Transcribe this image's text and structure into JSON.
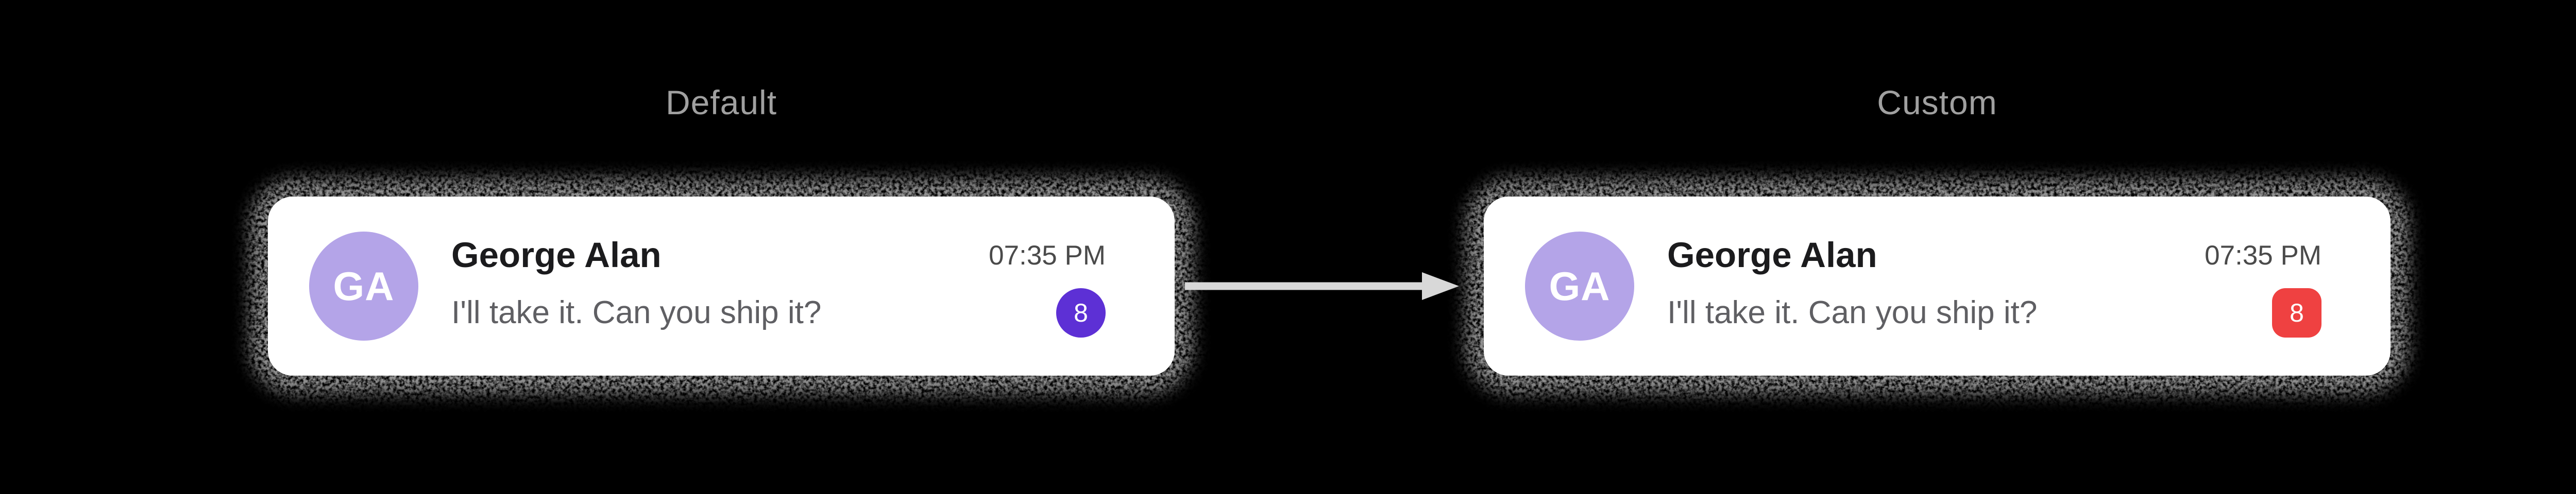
{
  "colors": {
    "background": "#000000",
    "card": "#ffffff",
    "label_text": "#a0a0a0",
    "name_text": "#1b1b1d",
    "message_text": "#5f5f63",
    "time_text": "#4a4a4a",
    "badge_text": "#ffffff",
    "avatar_text": "#ffffff",
    "arrow": "#d8d8d8",
    "card_halo": "#4d4d4d"
  },
  "arrow": {
    "icon": "arrow-right"
  },
  "variants": {
    "default": {
      "label": "Default",
      "chat_item": {
        "avatar_initials": "GA",
        "avatar_color": "#b4a4e8",
        "name": "George Alan",
        "time": "07:35 PM",
        "message": "I'll take it. Can you ship it?",
        "unread_count": "8",
        "badge_color": "#5d30d5",
        "badge_shape": "circle"
      }
    },
    "custom": {
      "label": "Custom",
      "chat_item": {
        "avatar_initials": "GA",
        "avatar_color": "#b4a4e8",
        "name": "George Alan",
        "time": "07:35 PM",
        "message": "I'll take it. Can you ship it?",
        "unread_count": "8",
        "badge_color": "#ef4141",
        "badge_shape": "rounded-square"
      }
    }
  }
}
